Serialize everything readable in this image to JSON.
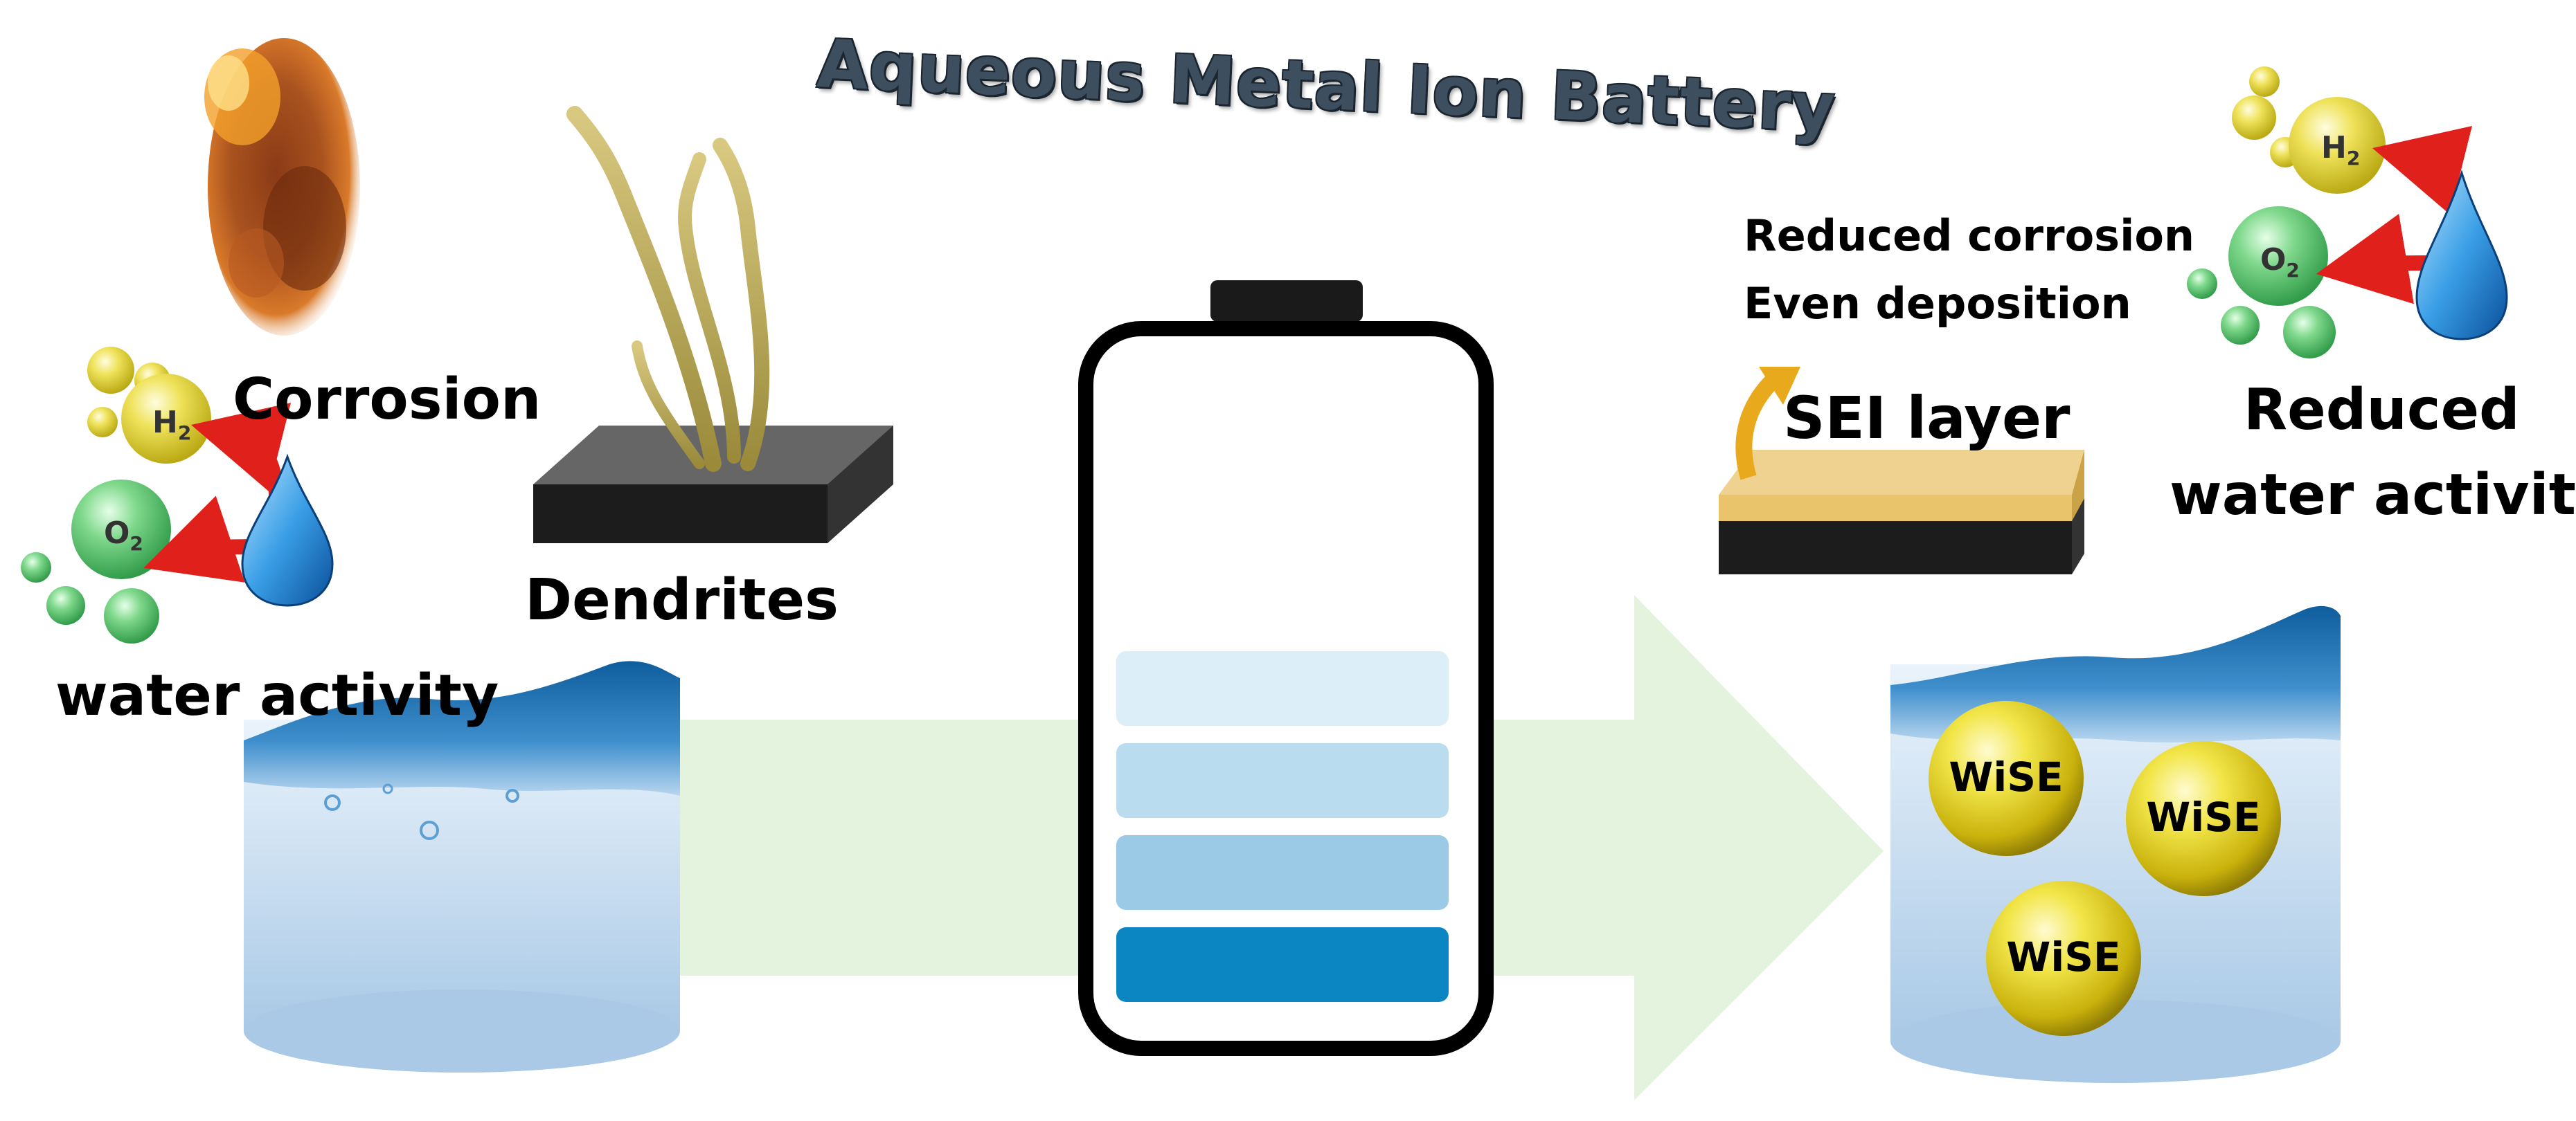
{
  "title": "Aqueous Metal Ion Battery",
  "left": {
    "corrosion_label": "Corrosion",
    "dendrites_label": "Dendrites",
    "water_activity_label": "water activity",
    "h2": "H",
    "o2": "O",
    "sub": "2"
  },
  "right": {
    "reduced_corrosion": "Reduced corrosion",
    "even_deposition": "Even deposition",
    "sei_layer": "SEI layer",
    "reduced_line1": "Reduced",
    "reduced_line2": "water activity",
    "wise": "WiSE"
  },
  "battery": {
    "charge_levels": 4,
    "level_colors": [
      "#dceef8",
      "#b9dcee",
      "#9bcae6",
      "#0c86c2"
    ]
  },
  "colors": {
    "arrow": "#e3f3de",
    "title": "#3d4e5e",
    "water_top": "#1a6fb0",
    "wise_gold": "#e6d21a",
    "bubble_green": "#58c46c",
    "bubble_yellow": "#e8dc3a",
    "sei_gold": "#e9c46a",
    "red_arrow": "#e0201a"
  }
}
